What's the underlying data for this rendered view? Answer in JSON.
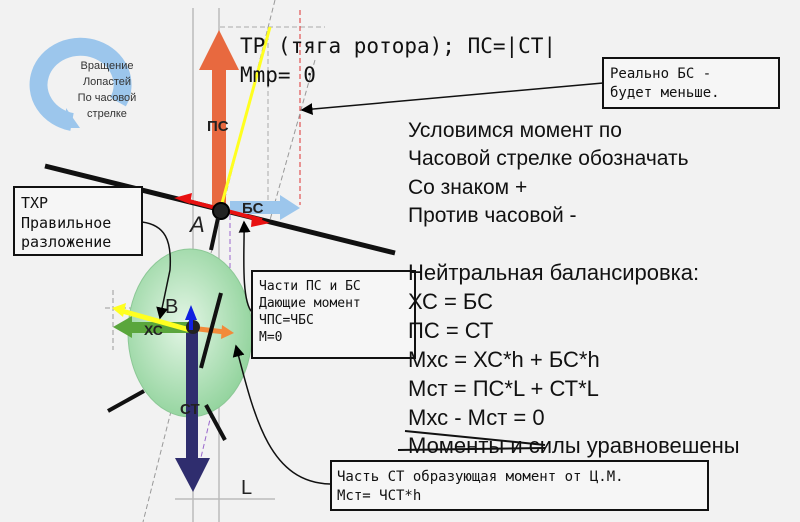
{
  "title_line1": "ТР (тяга ротора); ПС=|СТ|",
  "title_line2": "Mmp= 0",
  "rotation_badge": [
    "Вращение",
    "Лопастей",
    "По часовой",
    "стрелке"
  ],
  "labels": {
    "pc": "ПС",
    "bc": "БС",
    "a": "А",
    "b": "В",
    "xc": "ХС",
    "ct": "СТ",
    "l": "L"
  },
  "box_txp": [
    "ТХР",
    "Правильное",
    "разложение"
  ],
  "box_real": [
    "Реально БС -",
    "будет меньше."
  ],
  "box_parts": [
    "Части ПС и БС",
    "Дающие момент",
    "ЧПС=ЧБС",
    "М=0"
  ],
  "box_ct": [
    "Часть СТ образующая момент от Ц.М.",
    "Мст= ЧСТ*h"
  ],
  "convention": [
    "Условимся момент по",
    "Часовой стрелке обозначать",
    "Со знаком +",
    "Против часовой -"
  ],
  "balance": [
    "Нейтральная балансировка:",
    "ХС = БС",
    "ПС = СТ",
    "Мхс = ХС*h + БС*h",
    "Мст = ПС*L + СТ*L",
    "Мхс - Мст = 0"
  ],
  "balance_last_struck": "Моменты и",
  "balance_last_rest": " силы уравновешены",
  "colors": {
    "pc": "#e8693f",
    "ct": "#2f2d6e",
    "bc": "#9cc6ec",
    "xc": "#5aa63c",
    "yellow": "#ffff20",
    "red": "#e81010",
    "body": "#9ed9a6"
  }
}
